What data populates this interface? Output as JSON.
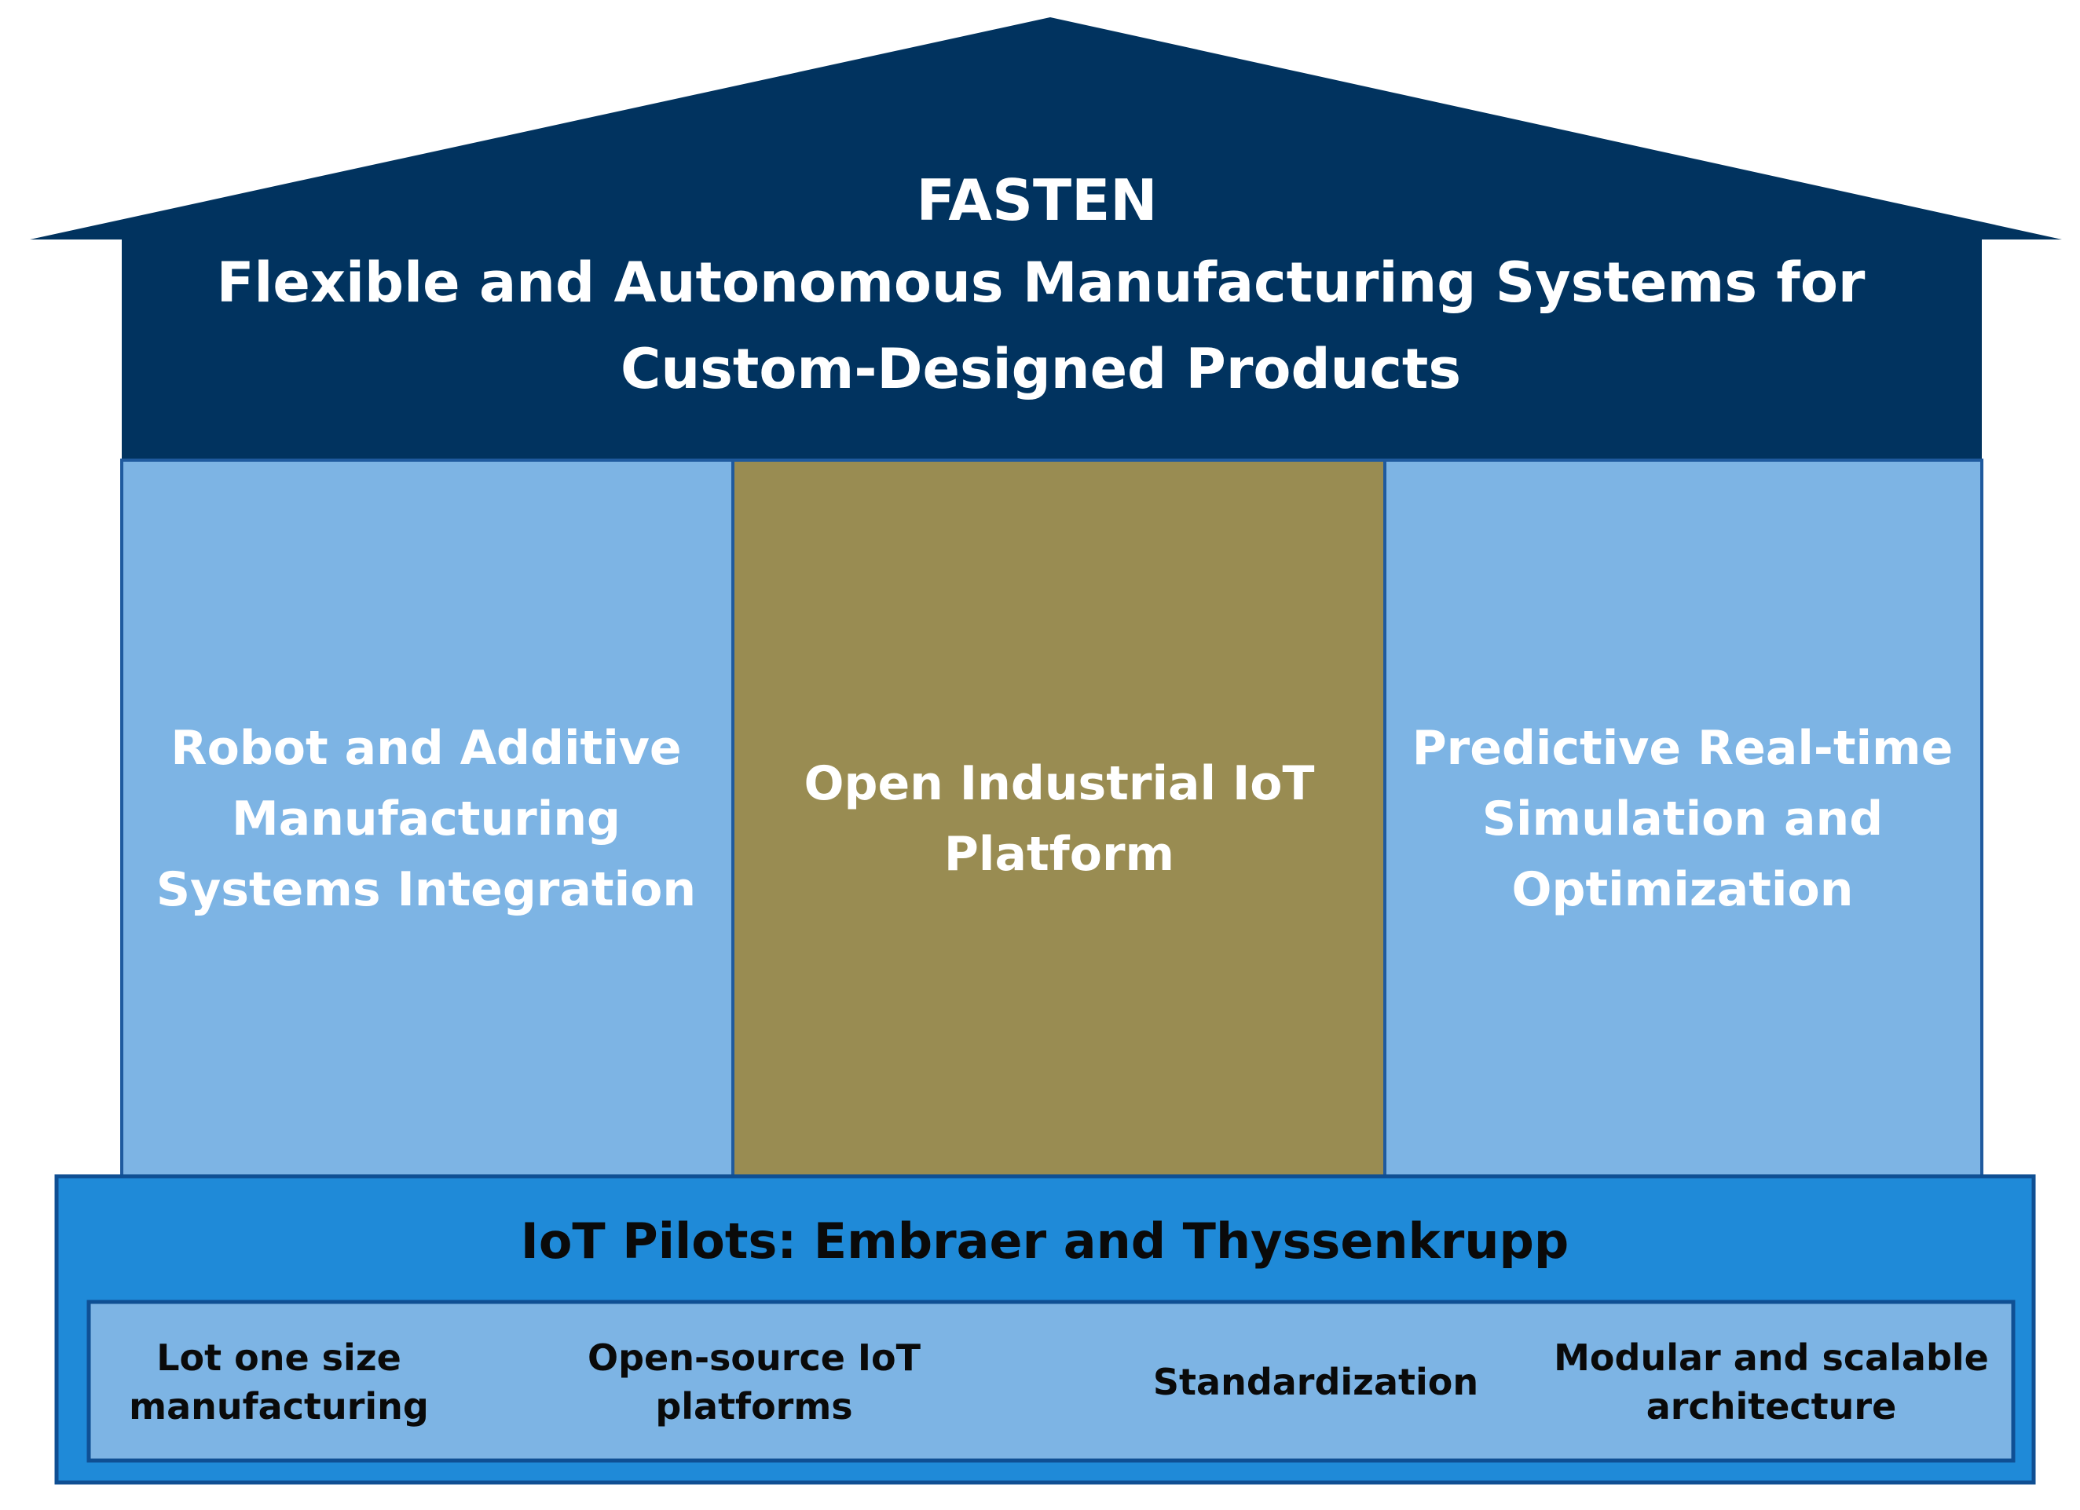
{
  "roof": {
    "title": "FASTEN",
    "subtitle": "Flexible and Autonomous Manufacturing Systems for Custom-Designed Products"
  },
  "pillars": [
    {
      "label": "Robot and Additive Manufacturing Systems Integration"
    },
    {
      "label": "Open Industrial IoT Platform"
    },
    {
      "label": "Predictive Real-time Simulation and Optimization"
    }
  ],
  "foundation": {
    "title": "IoT Pilots: Embraer and Thyssenkrupp",
    "features": [
      {
        "label": "Lot one size manufacturing"
      },
      {
        "label": "Open-source IoT platforms"
      },
      {
        "label": "Standardization"
      },
      {
        "label": "Modular and scalable architecture"
      }
    ]
  },
  "colors": {
    "roof": "#01335f",
    "pillar_side": "#7db4e4",
    "pillar_center": "#998c52",
    "foundation": "#1f8ad8",
    "feature_band": "#7db4e4",
    "border": "#1f5a9e"
  }
}
